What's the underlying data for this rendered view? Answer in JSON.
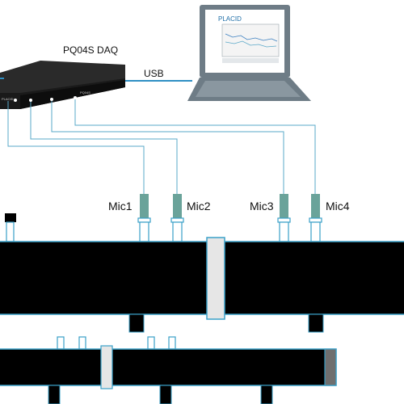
{
  "daq": {
    "label": "PQ04S DAQ",
    "brand": "PLACID",
    "model": "PQ04S"
  },
  "usb_label": "USB",
  "laptop": {
    "brand": "PLACID"
  },
  "microphones": [
    {
      "label": "Mic1"
    },
    {
      "label": "Mic2"
    },
    {
      "label": "Mic3"
    },
    {
      "label": "Mic4"
    }
  ],
  "colors": {
    "cable": "#5aa8c8",
    "usb_cable": "#2f8fc4",
    "tube_fill": "#000000",
    "tube_edge": "#3aa0c8",
    "mic_body": "#6aa39a",
    "laptop_frame": "#6e7c86",
    "laptop_screen": "#ffffff",
    "sample_holder": "#e6e6e6"
  }
}
